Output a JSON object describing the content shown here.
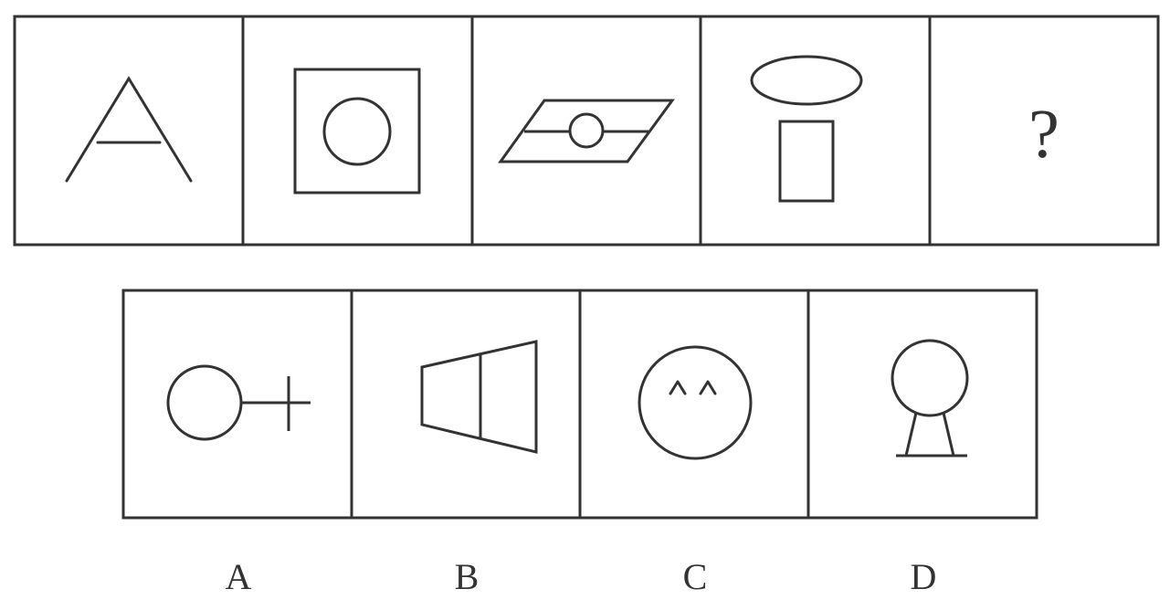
{
  "question_row": {
    "placeholder": "?"
  },
  "options": [
    {
      "label": "A"
    },
    {
      "label": "B"
    },
    {
      "label": "C"
    },
    {
      "label": "D"
    }
  ],
  "colors": {
    "stroke": "#333333",
    "background": "#ffffff"
  }
}
